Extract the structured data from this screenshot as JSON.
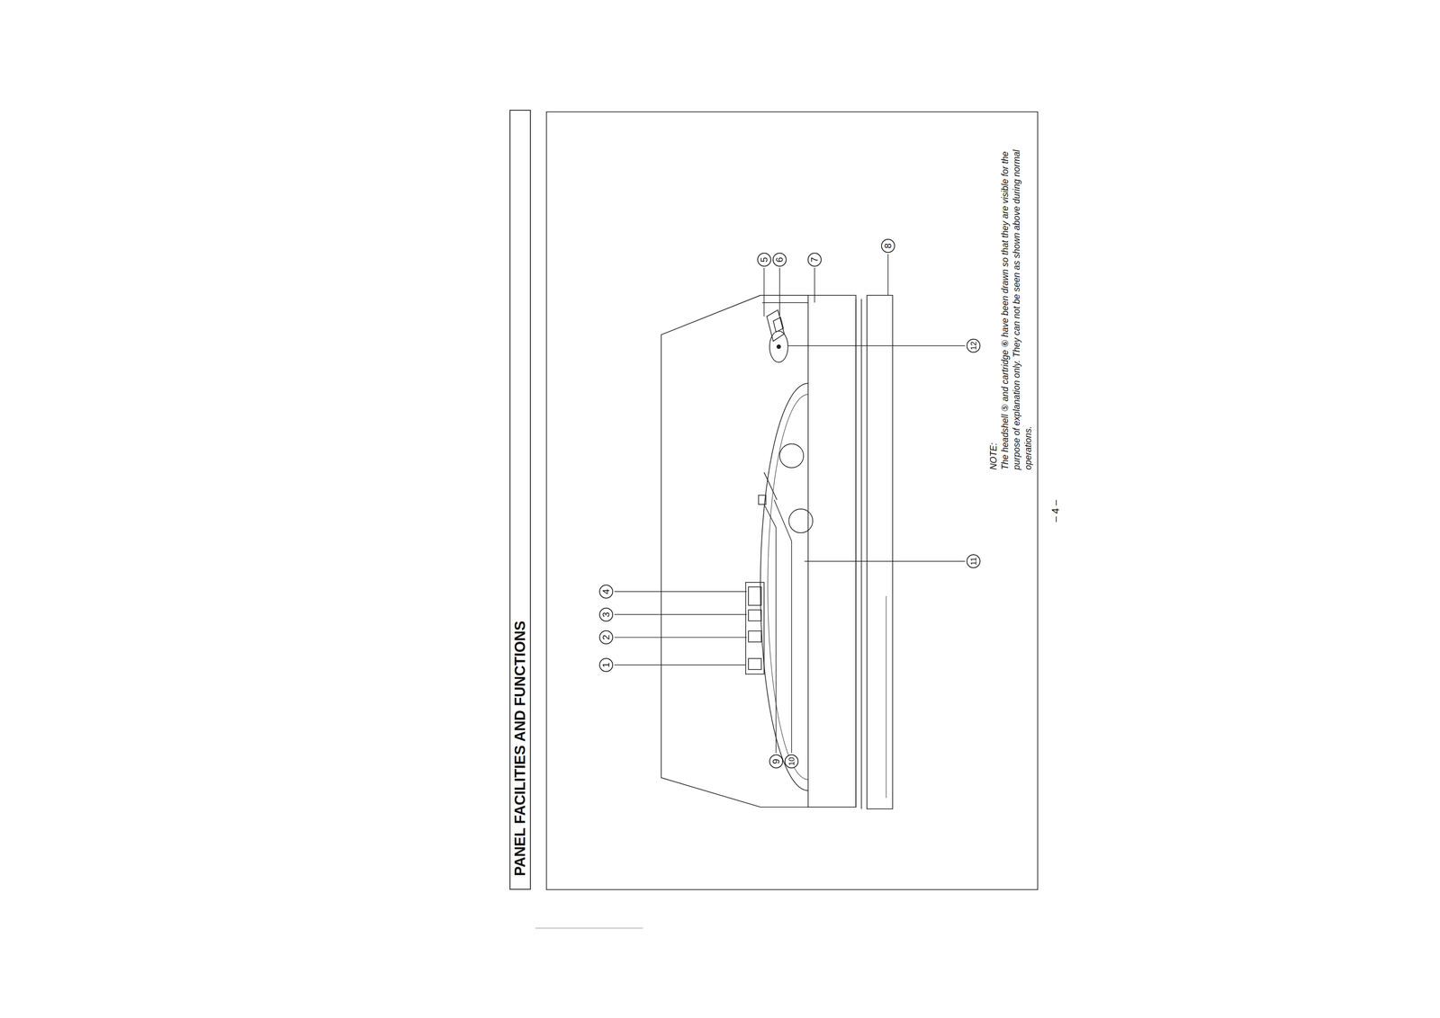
{
  "diagram": {
    "title": "PANEL FACILITIES AND FUNCTIONS",
    "labels": [
      "1",
      "2",
      "3",
      "4",
      "5",
      "6",
      "7",
      "8",
      "9",
      "10",
      "11",
      "12",
      "NOTE:",
      "The headshell ⑤ and cartridge ⑥ have been drawn so that they are visible for the purpose of explanation only. They can not be seen as shown above during normal operations.",
      "– 4 –"
    ]
  }
}
